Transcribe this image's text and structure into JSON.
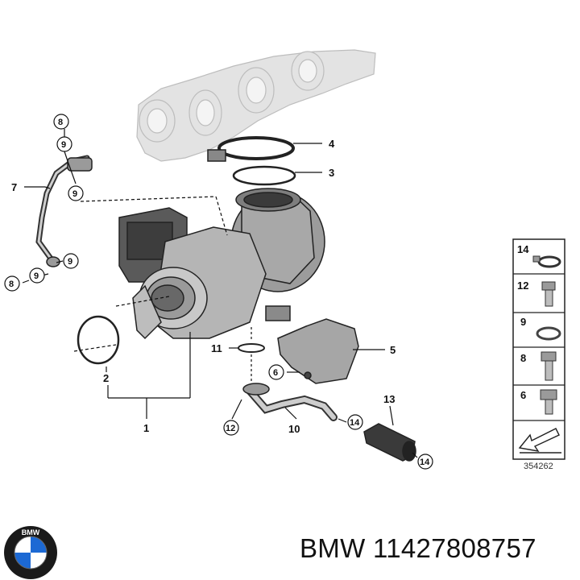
{
  "brand": "BMW",
  "part_number": "11427808757",
  "diagram_code": "354262",
  "logo_letters": "BMW",
  "colors": {
    "line": "#111111",
    "part_fill": "#b9b9b9",
    "part_dark": "#5a5a5a",
    "manifold_fill": "#e3e3e3",
    "logo_blue": "#1c69d4"
  },
  "callouts": [
    {
      "id": "c1",
      "label": "1"
    },
    {
      "id": "c2",
      "label": "2"
    },
    {
      "id": "c3",
      "label": "3"
    },
    {
      "id": "c4",
      "label": "4"
    },
    {
      "id": "c5",
      "label": "5"
    },
    {
      "id": "c7",
      "label": "7"
    },
    {
      "id": "c10",
      "label": "10"
    },
    {
      "id": "c11",
      "label": "11"
    },
    {
      "id": "c13",
      "label": "13"
    }
  ],
  "circled_callouts": [
    {
      "id": "o8a",
      "label": "8"
    },
    {
      "id": "o9a",
      "label": "9"
    },
    {
      "id": "o9b",
      "label": "9"
    },
    {
      "id": "o9c",
      "label": "9"
    },
    {
      "id": "o9d",
      "label": "9"
    },
    {
      "id": "o8b",
      "label": "8"
    },
    {
      "id": "o6",
      "label": "6"
    },
    {
      "id": "o12",
      "label": "12"
    },
    {
      "id": "o14a",
      "label": "14"
    },
    {
      "id": "o14b",
      "label": "14"
    }
  ],
  "legend": [
    {
      "label": "14",
      "icon": "hose-clamp-icon"
    },
    {
      "label": "12",
      "icon": "hex-bolt-icon"
    },
    {
      "label": "9",
      "icon": "sealing-ring-icon"
    },
    {
      "label": "8",
      "icon": "banjo-bolt-icon"
    },
    {
      "label": "6",
      "icon": "flange-bolt-icon"
    }
  ]
}
